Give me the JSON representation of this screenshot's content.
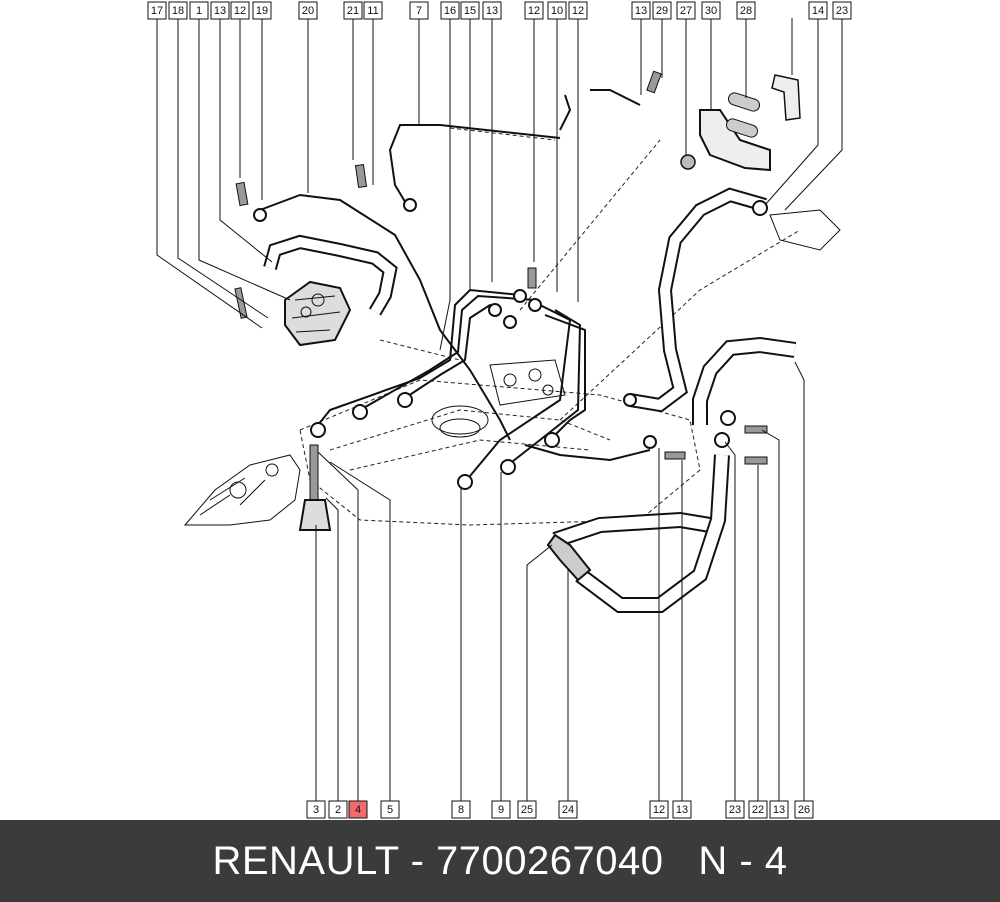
{
  "diagram": {
    "top_callouts": [
      "17",
      "18",
      "1",
      "13",
      "12",
      "19",
      "20",
      "21",
      "11",
      "7",
      "16",
      "15",
      "13",
      "12",
      "10",
      "12",
      "13",
      "29",
      "27",
      "30",
      "28",
      "14",
      "23"
    ],
    "bottom_callouts": [
      "3",
      "2",
      "4",
      "5",
      "8",
      "9",
      "25",
      "24",
      "12",
      "13",
      "23",
      "22",
      "13",
      "26"
    ],
    "highlighted_callout": "4"
  },
  "footer": {
    "caption": "RENAULT - 7700267040   N - 4"
  },
  "colors": {
    "highlight": "#f26a6a",
    "footer_bg": "#3b3b3b",
    "footer_text": "#ffffff"
  }
}
